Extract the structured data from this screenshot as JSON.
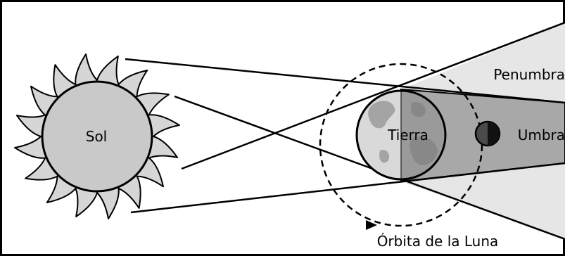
{
  "labels": {
    "sun": "Sol",
    "earth": "Tierra",
    "penumbra": "Penumbra",
    "umbra": "Umbra",
    "moon_orbit": "Órbita de la Luna"
  },
  "colors": {
    "penumbra": "#e6e6e6",
    "umbra": "#a8a8a8",
    "sun_fill": "#c9c9c9",
    "sun_rays": "#d6d6d6",
    "earth_light": "#d9d9d9",
    "earth_dark": "#9a9a9a",
    "moon": "#4a4a4a",
    "line": "#000000"
  },
  "icons": {
    "sun": "sun-icon",
    "earth": "earth-globe-icon",
    "moon": "moon-icon",
    "orbit_arrow": "arrow-right-icon"
  }
}
